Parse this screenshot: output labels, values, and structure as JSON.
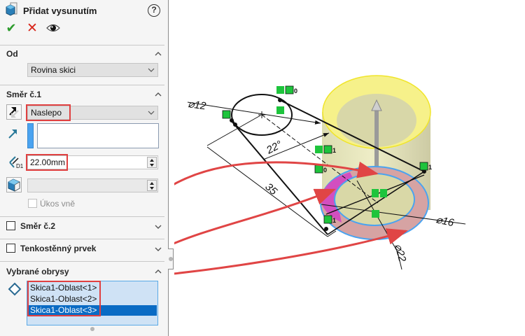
{
  "panel": {
    "title": "Přidat vysunutím",
    "help_label": "?",
    "actions": {
      "ok": "✔",
      "cancel": "✕",
      "preview": "eye"
    },
    "from_section": {
      "title": "Od",
      "value": "Rovina skici"
    },
    "direction1": {
      "title": "Směr č.1",
      "end_condition": "Naslepo",
      "direction_field": "",
      "depth": "22.00mm",
      "draft_value": "",
      "draft_outward_label": "Úkos vně"
    },
    "direction2": {
      "title": "Směr č.2",
      "checked": false
    },
    "thin_feature": {
      "title": "Tenkostěnný prvek",
      "checked": false
    },
    "selected_contours": {
      "title": "Vybrané obrysy",
      "items": [
        {
          "label": "Skica1-Oblast<1>",
          "selected": false
        },
        {
          "label": "Skica1-Oblast<2>",
          "selected": false
        },
        {
          "label": "Skica1-Oblast<3>",
          "selected": true
        }
      ]
    }
  },
  "viewport": {
    "dimensions": {
      "d_small_circle": "⌀12",
      "angle": "22°",
      "length": "35",
      "d_inner": "⌀16",
      "d_outer": "⌀22"
    },
    "relation_labels": [
      "0",
      "1",
      "0",
      "1",
      "1"
    ],
    "colors": {
      "annotation_red": "#e04040",
      "preview_yellow": "#f4f07a",
      "selected_region_magenta": "#d04fc0",
      "selected_region_pink": "#d8a3a3",
      "contour_blue": "#4aa3f0",
      "relation_green": "#1ec43c"
    }
  }
}
